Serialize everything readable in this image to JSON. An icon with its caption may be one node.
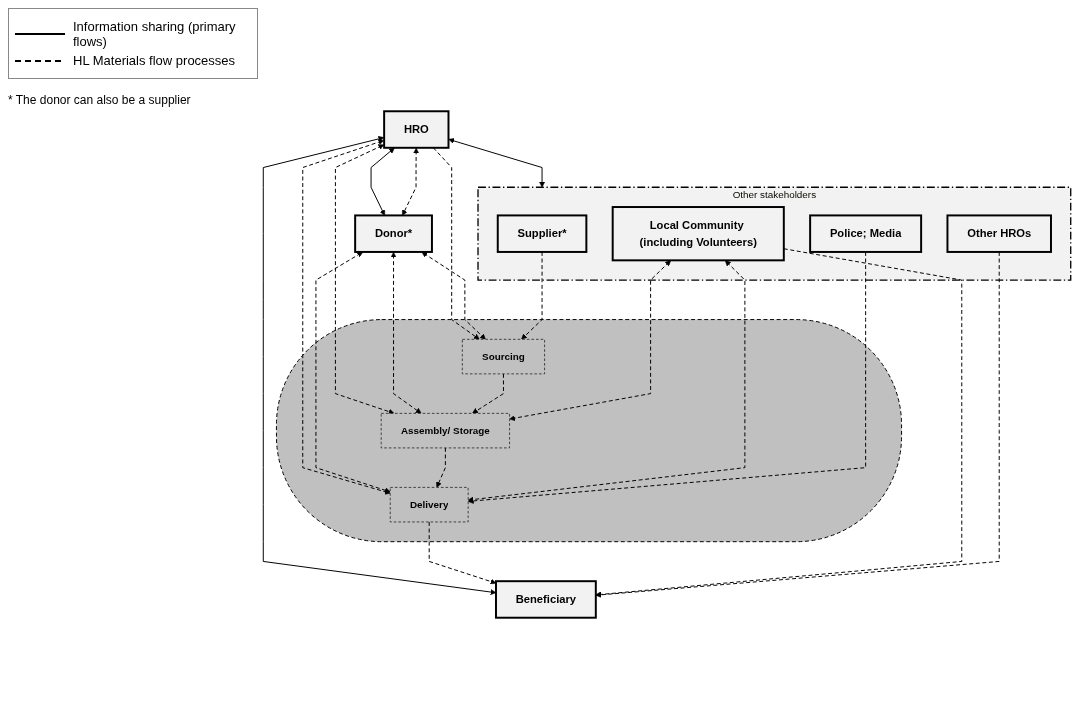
{
  "diagram": {
    "nodes": [
      {
        "text": [
          "HRO"
        ]
      },
      {
        "text": [
          "Donor*"
        ]
      },
      {
        "text": [
          "Beneficiary"
        ]
      },
      {
        "text": [],
        "shape": "ellipse"
      },
      {
        "text": [
          "Sourcing"
        ],
        "in": 3
      },
      {
        "text": [
          "Assembly/ Storage"
        ],
        "in": 3
      },
      {
        "text": [
          "Delivery"
        ],
        "in": 3
      },
      {
        "text": [
          "Other stakeholders"
        ]
      },
      {
        "text": [
          "Supplier*"
        ],
        "in": 7
      },
      {
        "text": [
          "Local Community (including Volunteers)"
        ],
        "in": 7
      },
      {
        "text": [
          "Police; Media"
        ],
        "in": 7
      },
      {
        "text": [
          "Other HROs"
        ],
        "in": 7
      }
    ],
    "edges": [
      {
        "from": 0,
        "to": 1,
        "arrow": "both"
      },
      {
        "from": 0,
        "to": 2,
        "arrow": "both"
      },
      {
        "from": 0,
        "to": 7,
        "arrow": "both"
      },
      {
        "from": 0,
        "to": 1,
        "arrow": "both",
        "style": "dashed"
      },
      {
        "from": 0,
        "to": 4,
        "arrow": "to",
        "style": "dashed"
      },
      {
        "from": 0,
        "to": 5,
        "arrow": "both",
        "style": "dashed"
      },
      {
        "from": 0,
        "to": 6,
        "arrow": "both",
        "style": "dashed"
      },
      {
        "from": 1,
        "to": 4,
        "arrow": "both",
        "style": "dashed"
      },
      {
        "from": 1,
        "to": 5,
        "arrow": "both",
        "style": "dashed"
      },
      {
        "from": 1,
        "to": 6,
        "arrow": "both",
        "style": "dashed"
      },
      {
        "from": 4,
        "to": 5,
        "arrow": "to",
        "style": "dashed"
      },
      {
        "from": 5,
        "to": 6,
        "arrow": "to",
        "style": "dashed"
      },
      {
        "from": 6,
        "to": 2,
        "arrow": "to",
        "style": "dashed"
      },
      {
        "from": 8,
        "to": 4,
        "arrow": "to",
        "style": "dashed"
      },
      {
        "from": 9,
        "to": 5,
        "arrow": "both",
        "style": "dashed"
      },
      {
        "from": 9,
        "to": 6,
        "arrow": "both",
        "style": "dashed"
      },
      {
        "from": 9,
        "to": 2,
        "arrow": "to",
        "style": "dashed"
      },
      {
        "from": 10,
        "to": 6,
        "arrow": "to",
        "style": "dashed"
      },
      {
        "from": 11,
        "to": 2,
        "arrow": "to",
        "style": "dashed"
      }
    ],
    "labels": [
      "* The donor can also be a supplier"
    ],
    "legend": [
      {
        "text": "Information sharing (primary flows)"
      },
      {
        "text": "HL Materials flow processes"
      }
    ]
  }
}
